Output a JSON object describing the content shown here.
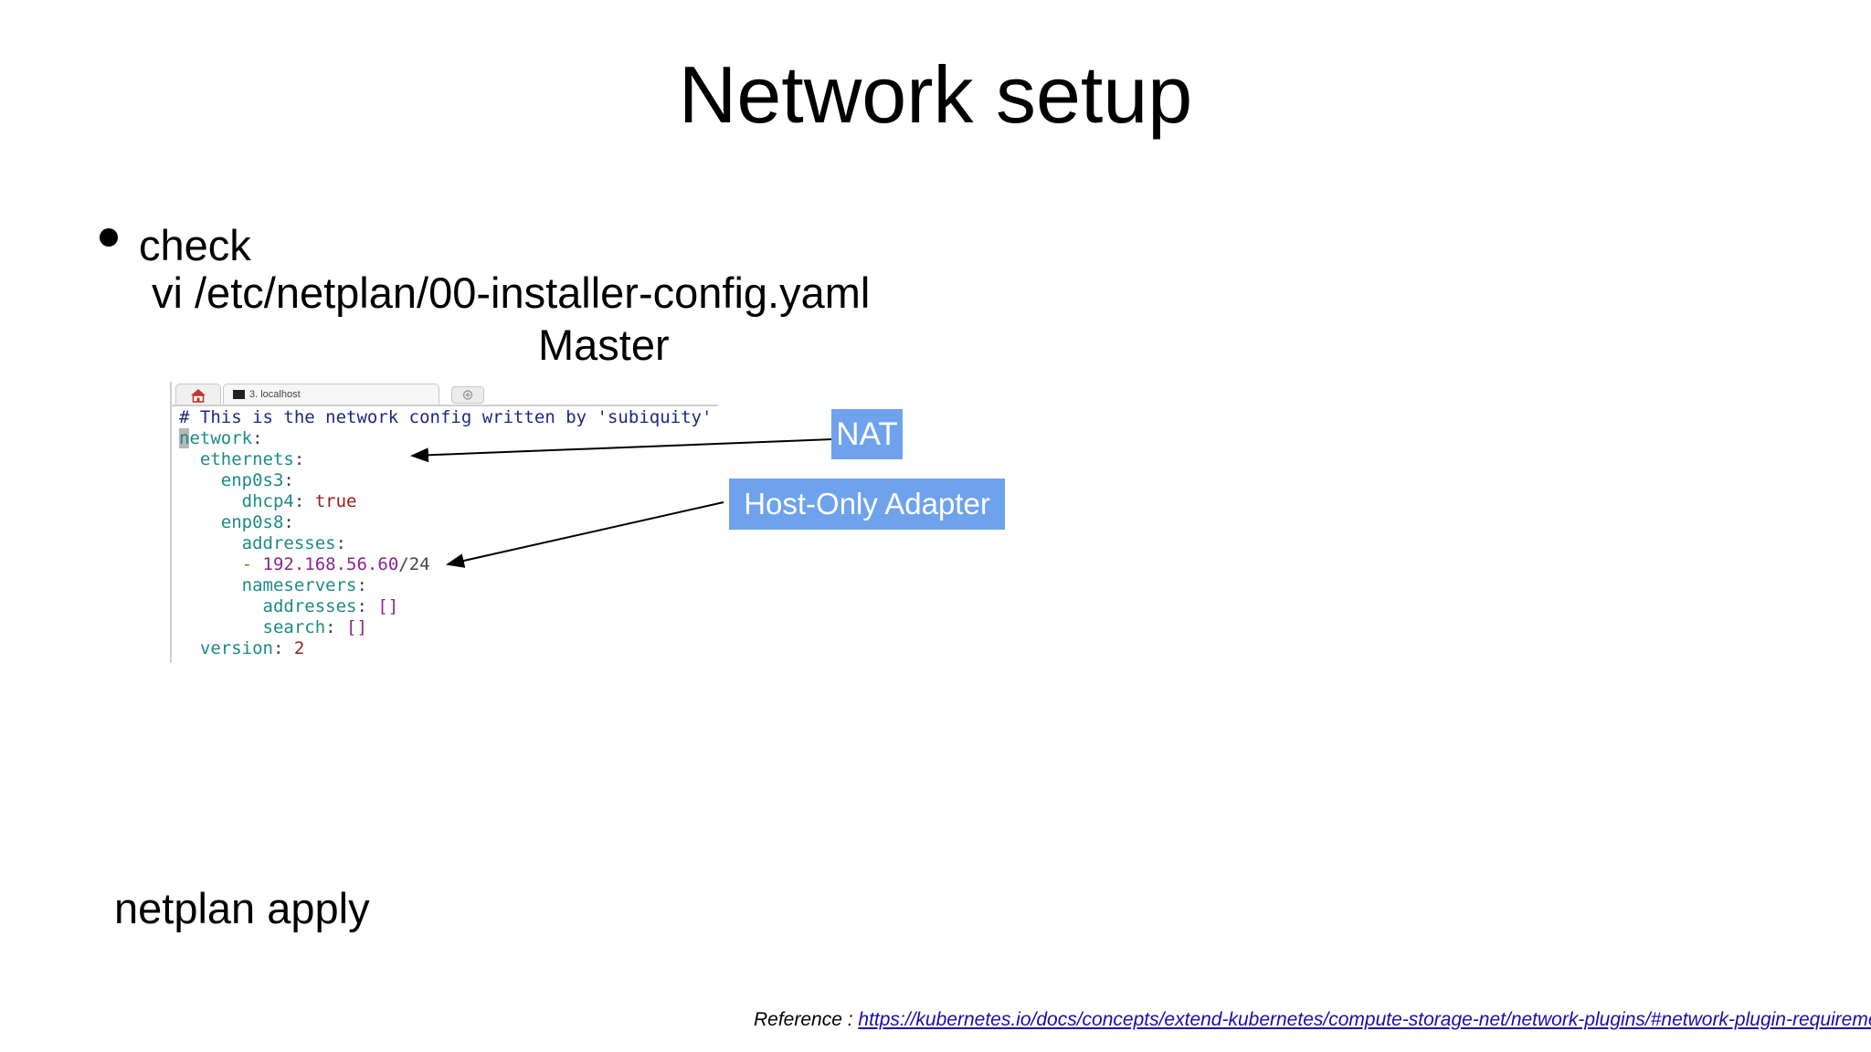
{
  "slide": {
    "title": "Network setup",
    "bullet": "check",
    "command_path": "vi /etc/netplan/00-installer-config.yaml",
    "subtitle": "Master",
    "footer_command": "netplan apply",
    "reference_label": "Reference :",
    "reference_link": "https://kubernetes.io/docs/concepts/extend-kubernetes/compute-storage-net/network-plugins/#network-plugin-requirements"
  },
  "terminal": {
    "tab_label": "3. localhost",
    "lines": {
      "comment": "# This is the network config written by 'subiquity'",
      "network_first": "n",
      "network_rest": "etwork",
      "ethernets": "ethernets",
      "enp0s3": "enp0s3",
      "dhcp4": "dhcp4",
      "dhcp4_value": "true",
      "enp0s8": "enp0s8",
      "addresses": "addresses",
      "dash": "-",
      "ip": "192.168.56.60",
      "mask": "/24",
      "nameservers": "nameservers",
      "ns_addresses": "addresses",
      "ns_addresses_value": "[]",
      "search": "search",
      "search_value": "[]",
      "version": "version",
      "version_value": "2"
    }
  },
  "annotations": {
    "nat": "NAT",
    "host_only": "Host-Only Adapter"
  },
  "colors": {
    "annotation_bg": "#6fa2ec",
    "link": "#1a0dab"
  },
  "icons": [
    "home-icon",
    "terminal-icon",
    "new-tab-icon"
  ]
}
